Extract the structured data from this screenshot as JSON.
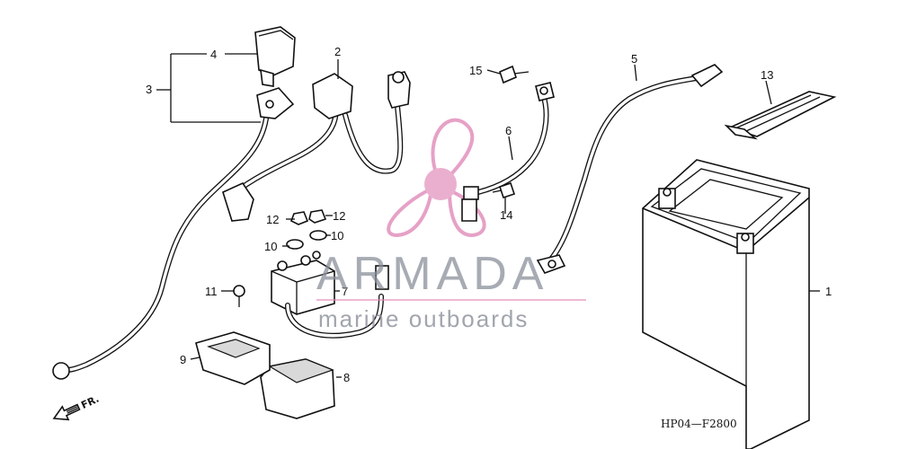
{
  "diagram": {
    "callouts": [
      {
        "id": "c1",
        "label": "1"
      },
      {
        "id": "c2",
        "label": "2"
      },
      {
        "id": "c3",
        "label": "3"
      },
      {
        "id": "c4",
        "label": "4"
      },
      {
        "id": "c5",
        "label": "5"
      },
      {
        "id": "c6",
        "label": "6"
      },
      {
        "id": "c7",
        "label": "7"
      },
      {
        "id": "c8",
        "label": "8"
      },
      {
        "id": "c9",
        "label": "9"
      },
      {
        "id": "c10a",
        "label": "10"
      },
      {
        "id": "c10b",
        "label": "10"
      },
      {
        "id": "c11",
        "label": "11"
      },
      {
        "id": "c12a",
        "label": "12"
      },
      {
        "id": "c12b",
        "label": "12"
      },
      {
        "id": "c13",
        "label": "13"
      },
      {
        "id": "c14",
        "label": "14"
      },
      {
        "id": "c15",
        "label": "15"
      }
    ],
    "diagram_code": "HP04—F2800",
    "direction_label": "FR."
  },
  "watermark": {
    "brand": "ARMADA",
    "tagline": "marine outboards",
    "logo_color": "#e08ab8"
  }
}
